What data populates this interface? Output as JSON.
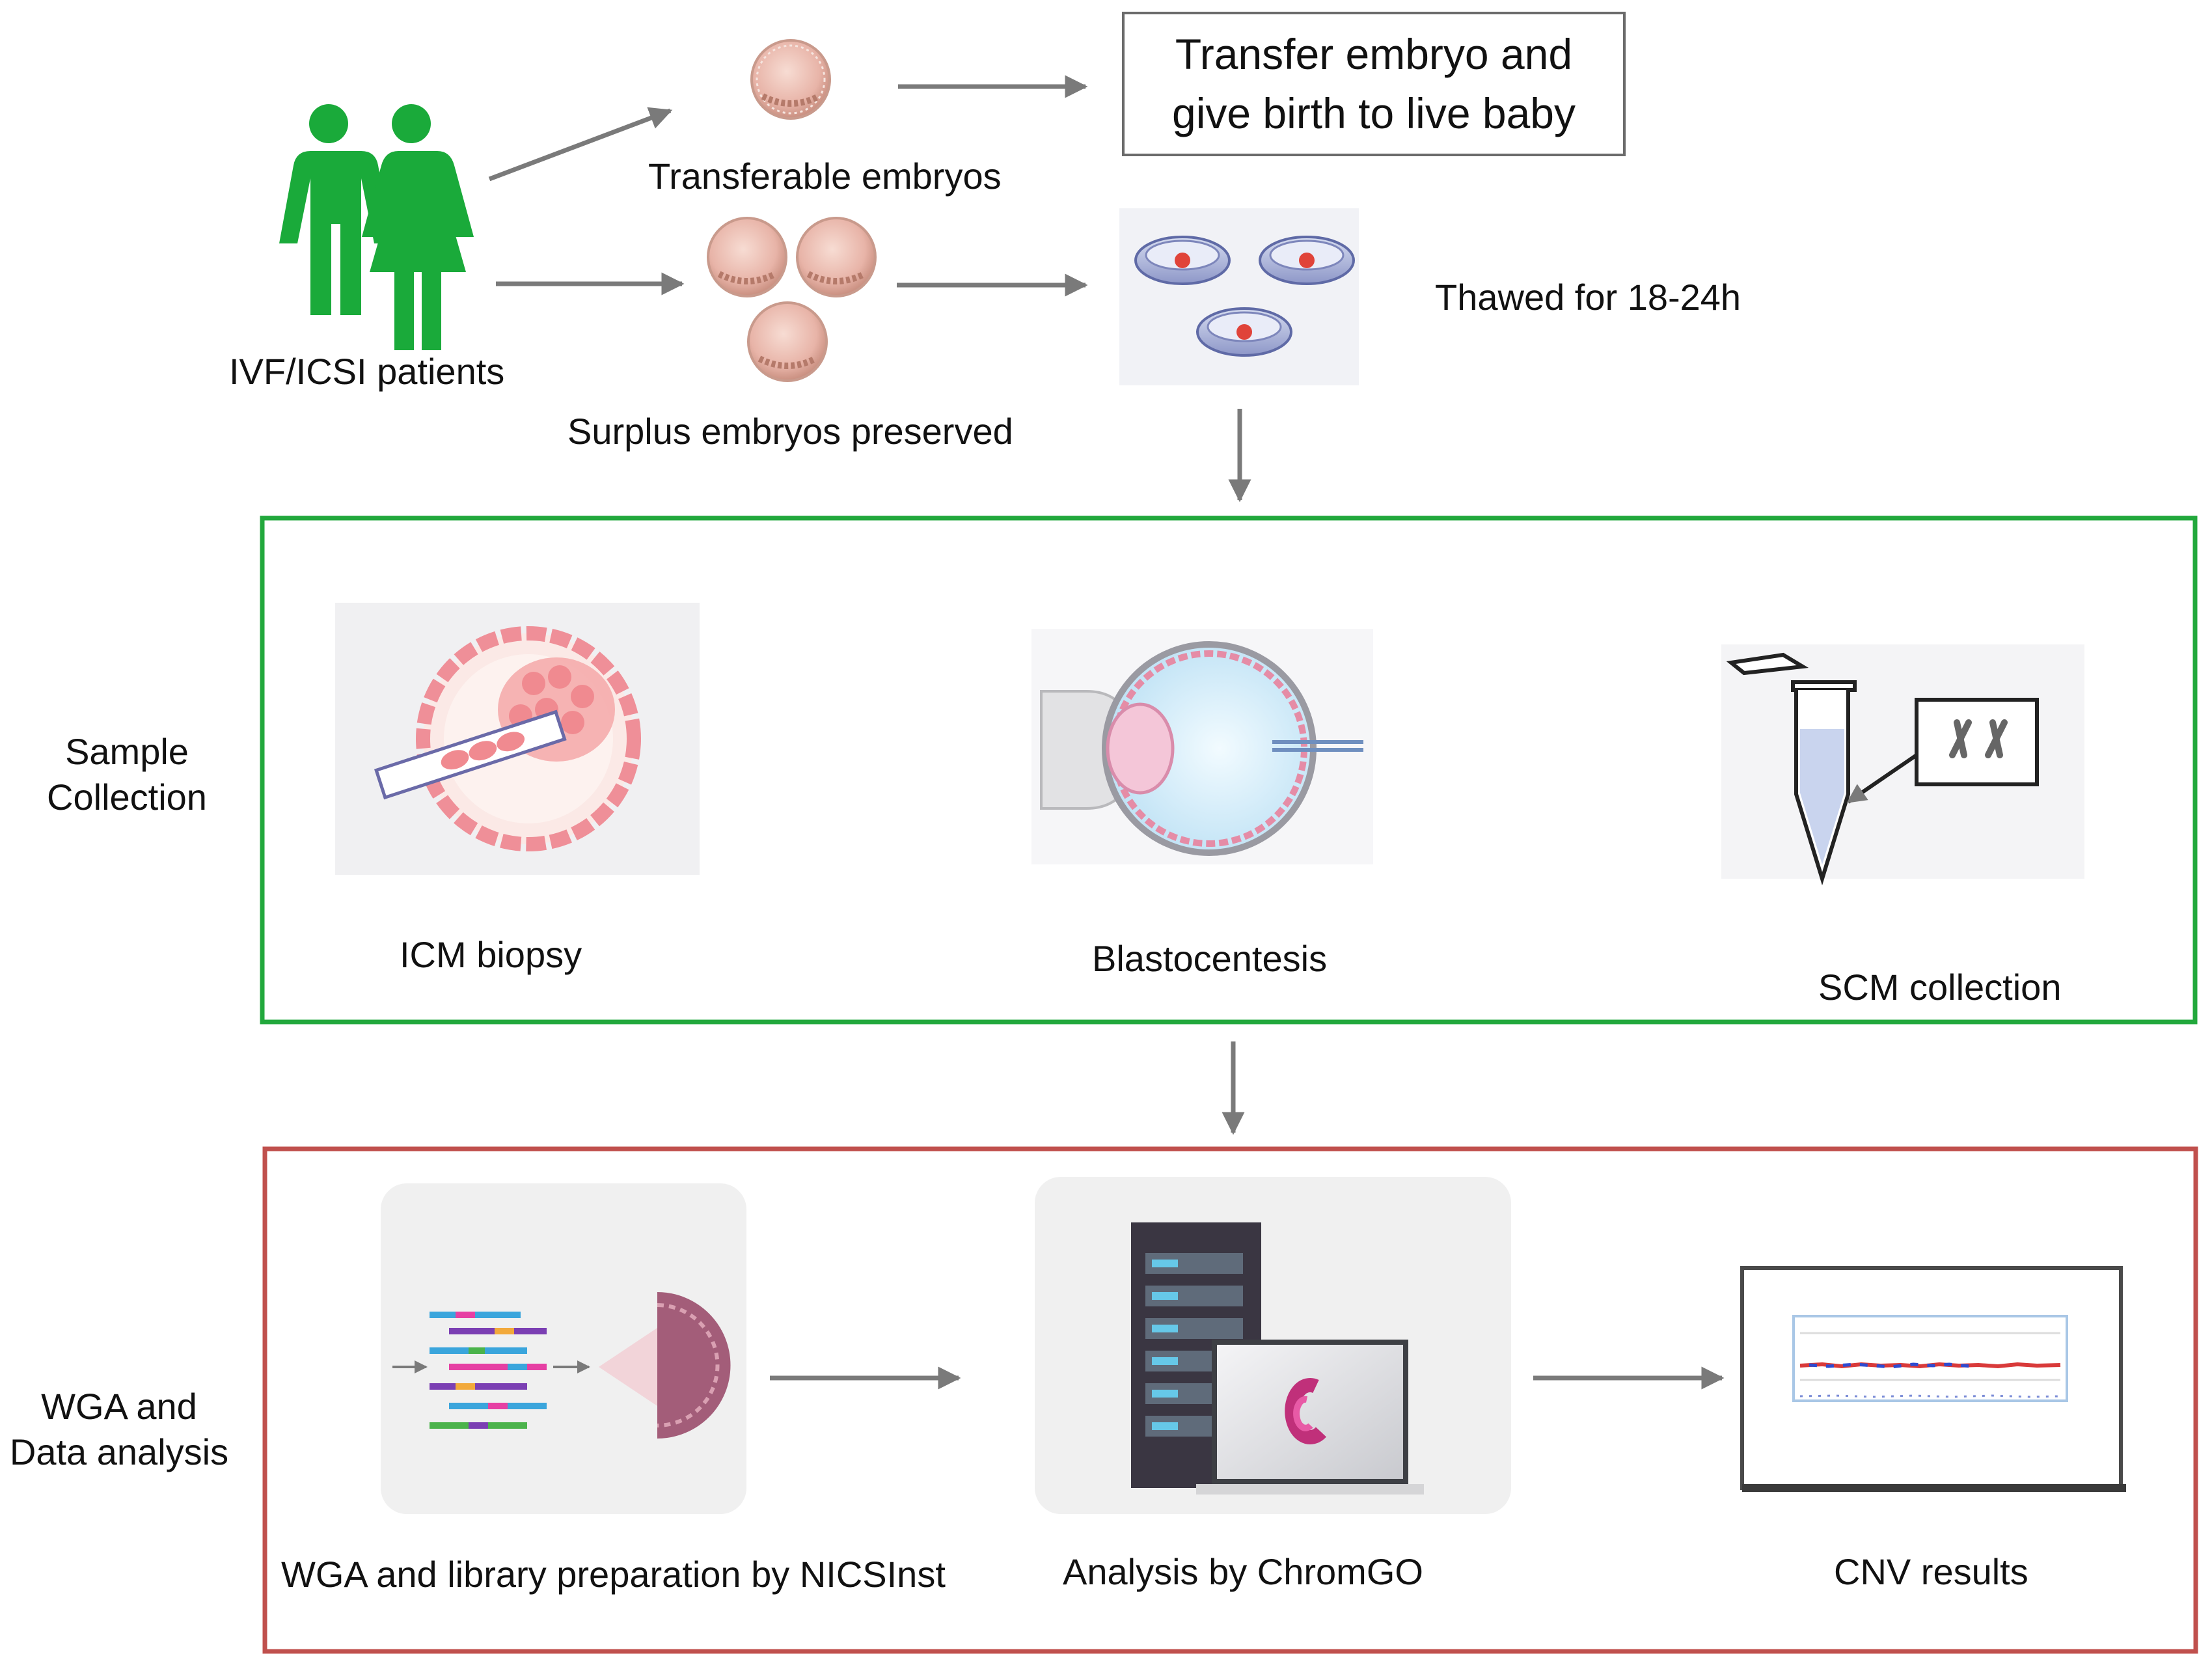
{
  "patients_label": "IVF/ICSI patients",
  "transferable_label": "Transferable embryos",
  "surplus_label": "Surplus embryos preserved",
  "transfer_box": {
    "line1": "Transfer embryo and",
    "line2": "give birth to live baby"
  },
  "thawed_label": "Thawed for 18-24h",
  "sample_collection": {
    "title_line1": "Sample",
    "title_line2": "Collection",
    "items": [
      {
        "label": "ICM biopsy"
      },
      {
        "label": "Blastocentesis"
      },
      {
        "label": "SCM collection"
      }
    ]
  },
  "wga_analysis": {
    "title_line1": "WGA and",
    "title_line2": "Data analysis",
    "items": [
      {
        "label": "WGA and library preparation by NICSInst"
      },
      {
        "label": "Analysis by ChromGO"
      },
      {
        "label": "CNV results"
      }
    ]
  },
  "colors": {
    "people": "#1aaa3a",
    "sample_box_border": "#22a83c",
    "wga_box_border": "#c0504d",
    "arrow": "#7a7a7a",
    "embryo_fill": "#e8b4a8"
  }
}
